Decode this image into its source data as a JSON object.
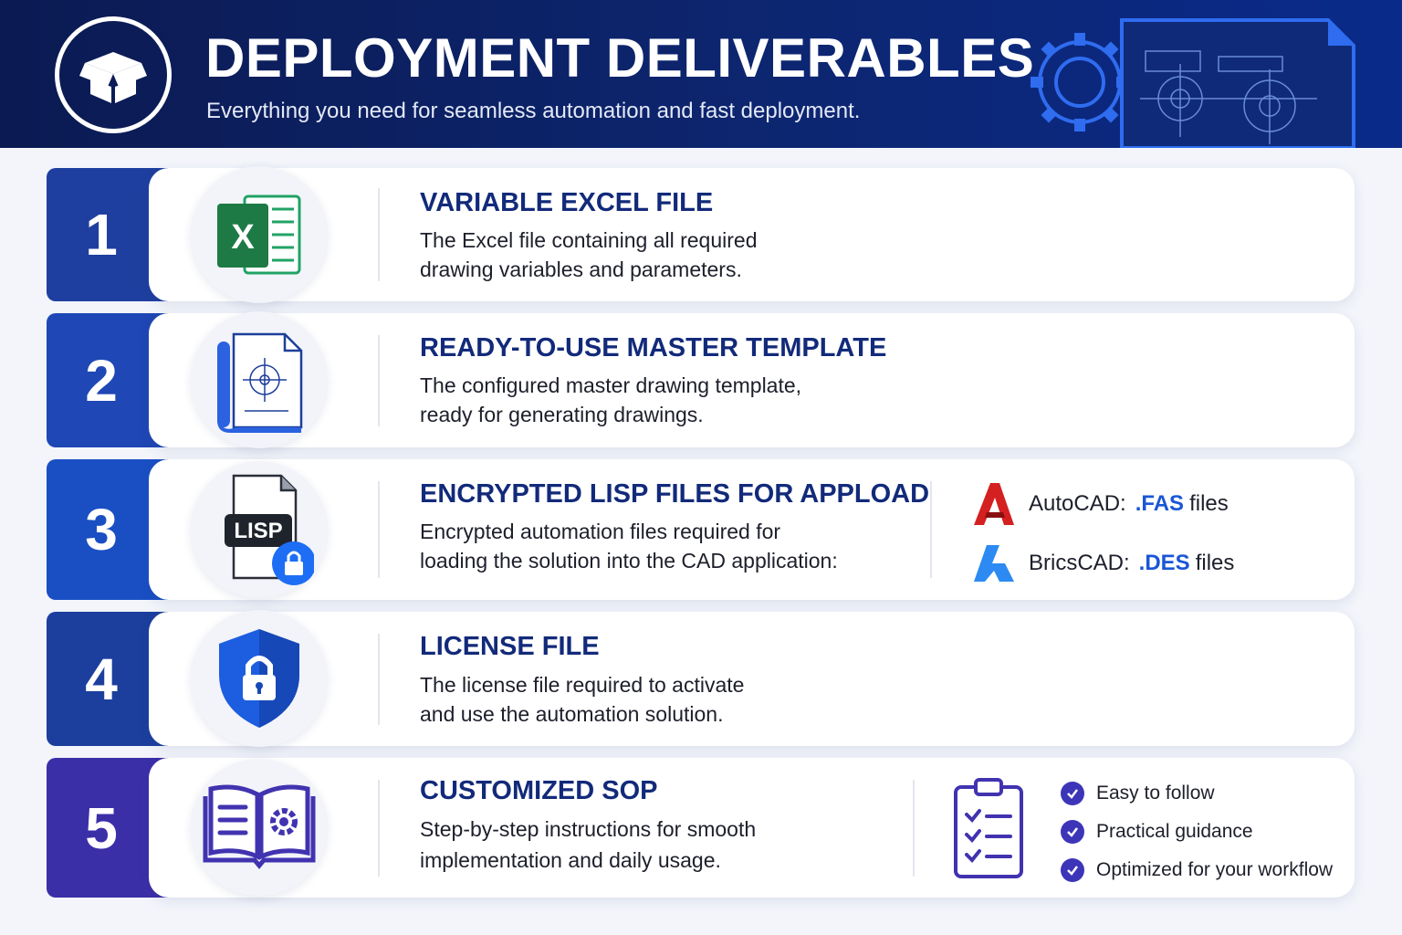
{
  "header": {
    "title": "DEPLOYMENT DELIVERABLES",
    "subtitle": "Everything you need for seamless automation and fast deployment.",
    "logo_icon": "open-box-icon",
    "art_icon": "gear-blueprint-icon"
  },
  "items": [
    {
      "number": "1",
      "title": "VARIABLE EXCEL FILE",
      "description_line1": "The Excel file containing all required",
      "description_line2": "drawing variables and parameters.",
      "icon": "excel-file-icon",
      "icon_letter": "X",
      "accent": "#1f3fa0"
    },
    {
      "number": "2",
      "title": "READY-TO-USE MASTER TEMPLATE",
      "description_line1": "The configured master drawing template,",
      "description_line2": "ready for generating drawings.",
      "icon": "blueprint-template-icon",
      "accent": "#1f47b5"
    },
    {
      "number": "3",
      "title": "ENCRYPTED LISP FILES FOR APPLOAD",
      "description_line1": "Encrypted automation files required for",
      "description_line2": "loading the solution into the CAD application:",
      "icon": "lisp-file-lock-icon",
      "icon_label": "LISP",
      "accent": "#1a4fc4",
      "cad": [
        {
          "icon": "autocad-logo-icon",
          "name": "AutoCAD:",
          "ext": ".FAS",
          "suffix": "files"
        },
        {
          "icon": "bricscad-logo-icon",
          "name": "BricsCAD:",
          "ext": ".DES",
          "suffix": "files"
        }
      ]
    },
    {
      "number": "4",
      "title": "LICENSE FILE",
      "description_line1": "The license file required to activate",
      "description_line2": "and use the automation solution.",
      "icon": "shield-lock-icon",
      "accent": "#1c3f9e"
    },
    {
      "number": "5",
      "title": "CUSTOMIZED SOP",
      "description_line1": "Step-by-step instructions for smooth",
      "description_line2": "implementation and daily usage.",
      "icon": "open-book-gear-icon",
      "accent": "#3b2fa8",
      "checklist_icon": "clipboard-checklist-icon",
      "benefits": [
        "Easy to follow",
        "Practical guidance",
        "Optimized for your workflow"
      ]
    }
  ],
  "colors": {
    "header_bg": "#0b1a52",
    "title_text": "#122a7a",
    "ext_blue": "#1a56d6",
    "check_purple": "#3d35b8"
  }
}
